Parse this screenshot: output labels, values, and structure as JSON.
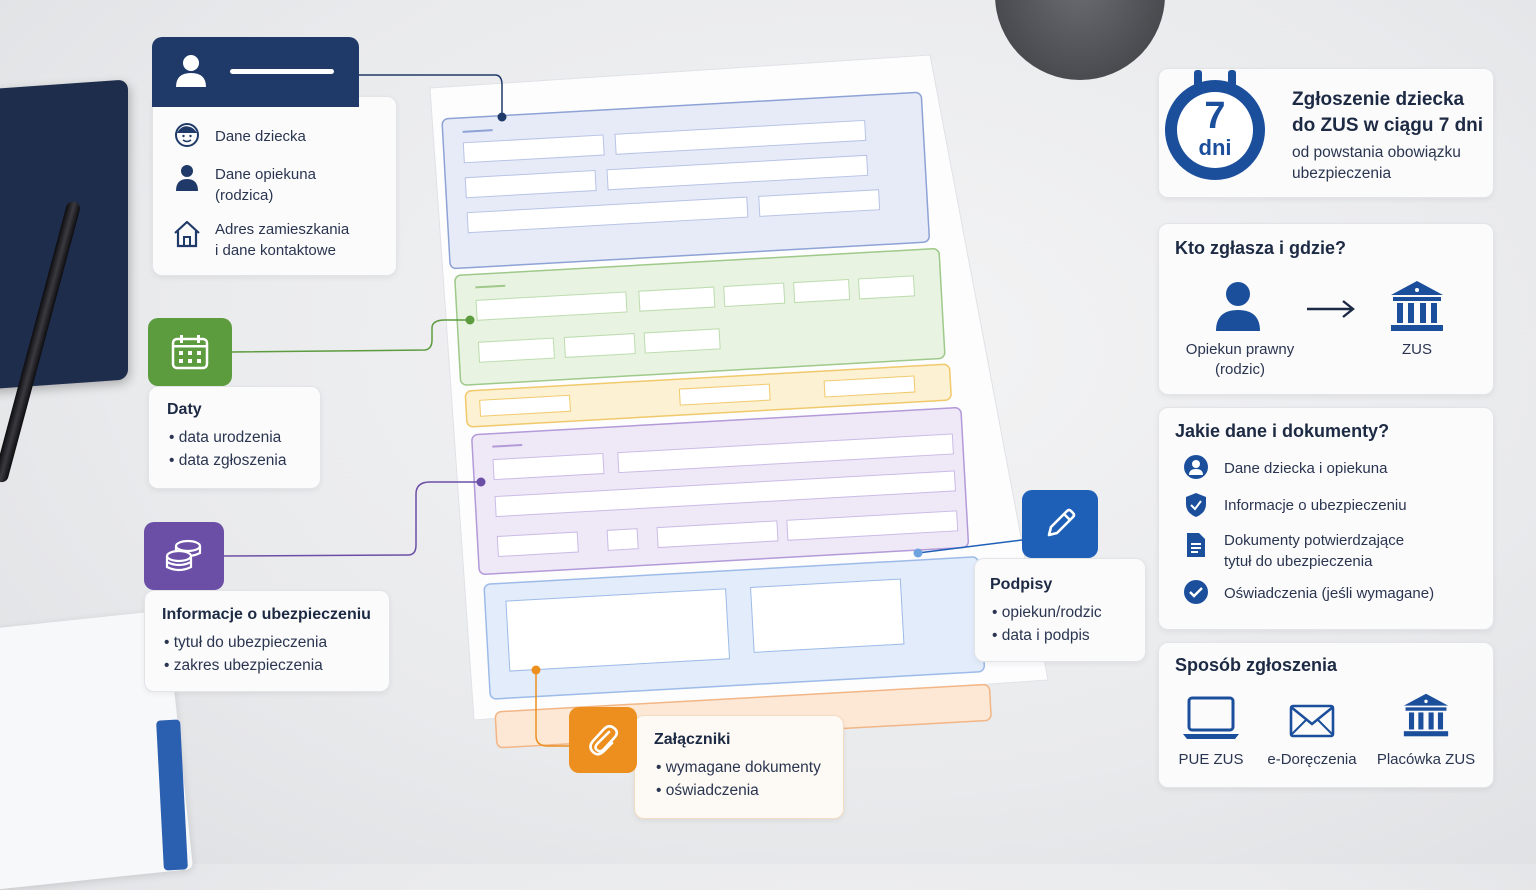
{
  "left_sections": {
    "persons": {
      "items": [
        {
          "label": "Dane dziecka",
          "icon": "child-face-icon"
        },
        {
          "label": "Dane opiekuna\n(rodzica)",
          "icon": "person-icon"
        },
        {
          "label": "Adres zamieszkania\ni dane kontaktowe",
          "icon": "house-icon"
        }
      ]
    },
    "dates": {
      "title": "Daty",
      "items": [
        "data urodzenia",
        "data zgłoszenia"
      ]
    },
    "insurance": {
      "title": "Informacje o ubezpieczeniu",
      "items": [
        "tytuł do ubezpieczenia",
        "zakres ubezpieczenia"
      ]
    },
    "attachments": {
      "title": "Załączniki",
      "items": [
        "wymagane dokumenty",
        "oświadczenia"
      ]
    },
    "signatures": {
      "title": "Podpisy",
      "items": [
        "opiekun/rodzic",
        "data i podpis"
      ]
    }
  },
  "deadline": {
    "number": "7",
    "unit": "dni",
    "title": "Zgłoszenie dziecka\ndo ZUS w ciągu 7 dni",
    "subtitle": "od powstania obowiązku\nubezpieczenia"
  },
  "who_where": {
    "title": "Kto zgłasza i gdzie?",
    "from_label": "Opiekun prawny\n(rodzic)",
    "to_label": "ZUS"
  },
  "documents": {
    "title": "Jakie dane i dokumenty?",
    "items": [
      {
        "label": "Dane dziecka i opiekuna",
        "icon": "person-circle-icon"
      },
      {
        "label": "Informacje o ubezpieczeniu",
        "icon": "shield-icon"
      },
      {
        "label": "Dokumenty potwierdzające\ntytuł do ubezpieczenia",
        "icon": "document-icon"
      },
      {
        "label": "Oświadczenia (jeśli wymagane)",
        "icon": "check-circle-icon"
      }
    ]
  },
  "methods": {
    "title": "Sposób zgłoszenia",
    "items": [
      {
        "label": "PUE ZUS",
        "icon": "laptop-icon"
      },
      {
        "label": "e-Doręczenia",
        "icon": "envelope-icon"
      },
      {
        "label": "Placówka ZUS",
        "icon": "bank-building-icon"
      }
    ]
  },
  "colors": {
    "navy": "#1f3a68",
    "blue": "#1b4f9c",
    "green": "#5c9b3e",
    "purple": "#6b4fa6",
    "orange": "#ec8f1e",
    "signature_blue": "#1e5fb8"
  }
}
